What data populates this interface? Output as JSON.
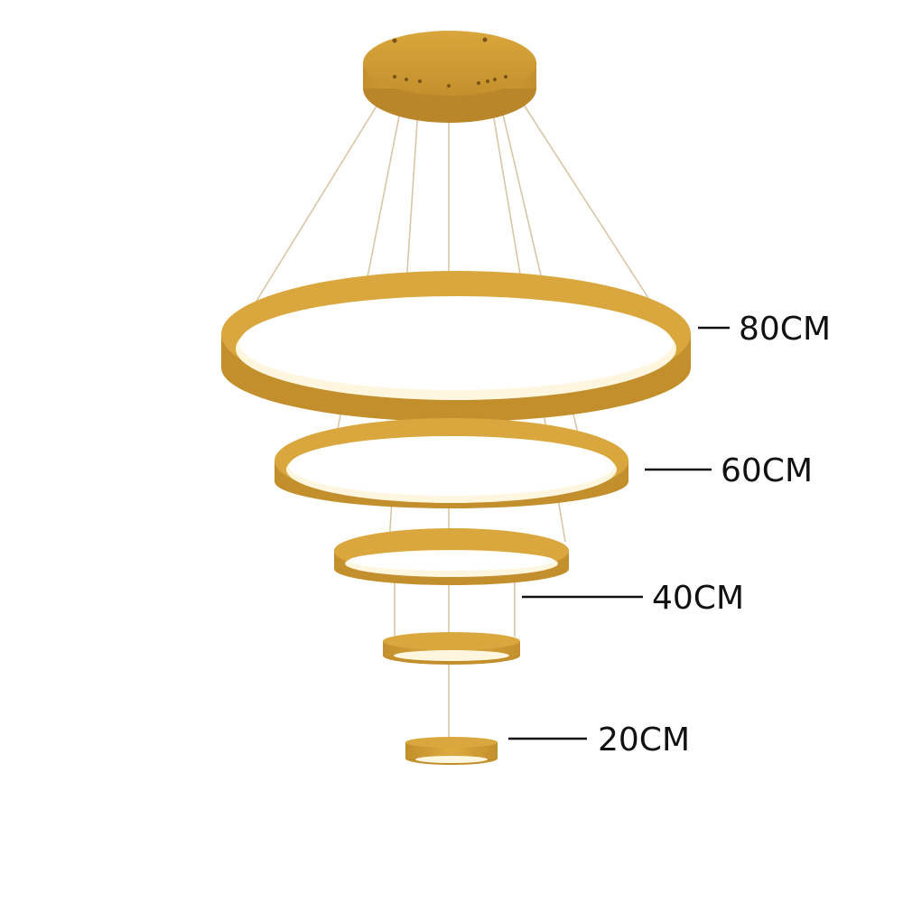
{
  "colors": {
    "gold": "#d4a236",
    "gold_dark": "#b9862a",
    "gold_light": "#e2b54a",
    "glow": "#fff6df",
    "cable": "#d8c7a6",
    "dimension_line": "#111111"
  },
  "rings": [
    {
      "id": "ring-80",
      "label": "80CM"
    },
    {
      "id": "ring-60",
      "label": "60CM"
    },
    {
      "id": "ring-40",
      "label": "40CM"
    },
    {
      "id": "ring-30",
      "label": ""
    },
    {
      "id": "ring-20",
      "label": "20CM"
    }
  ]
}
